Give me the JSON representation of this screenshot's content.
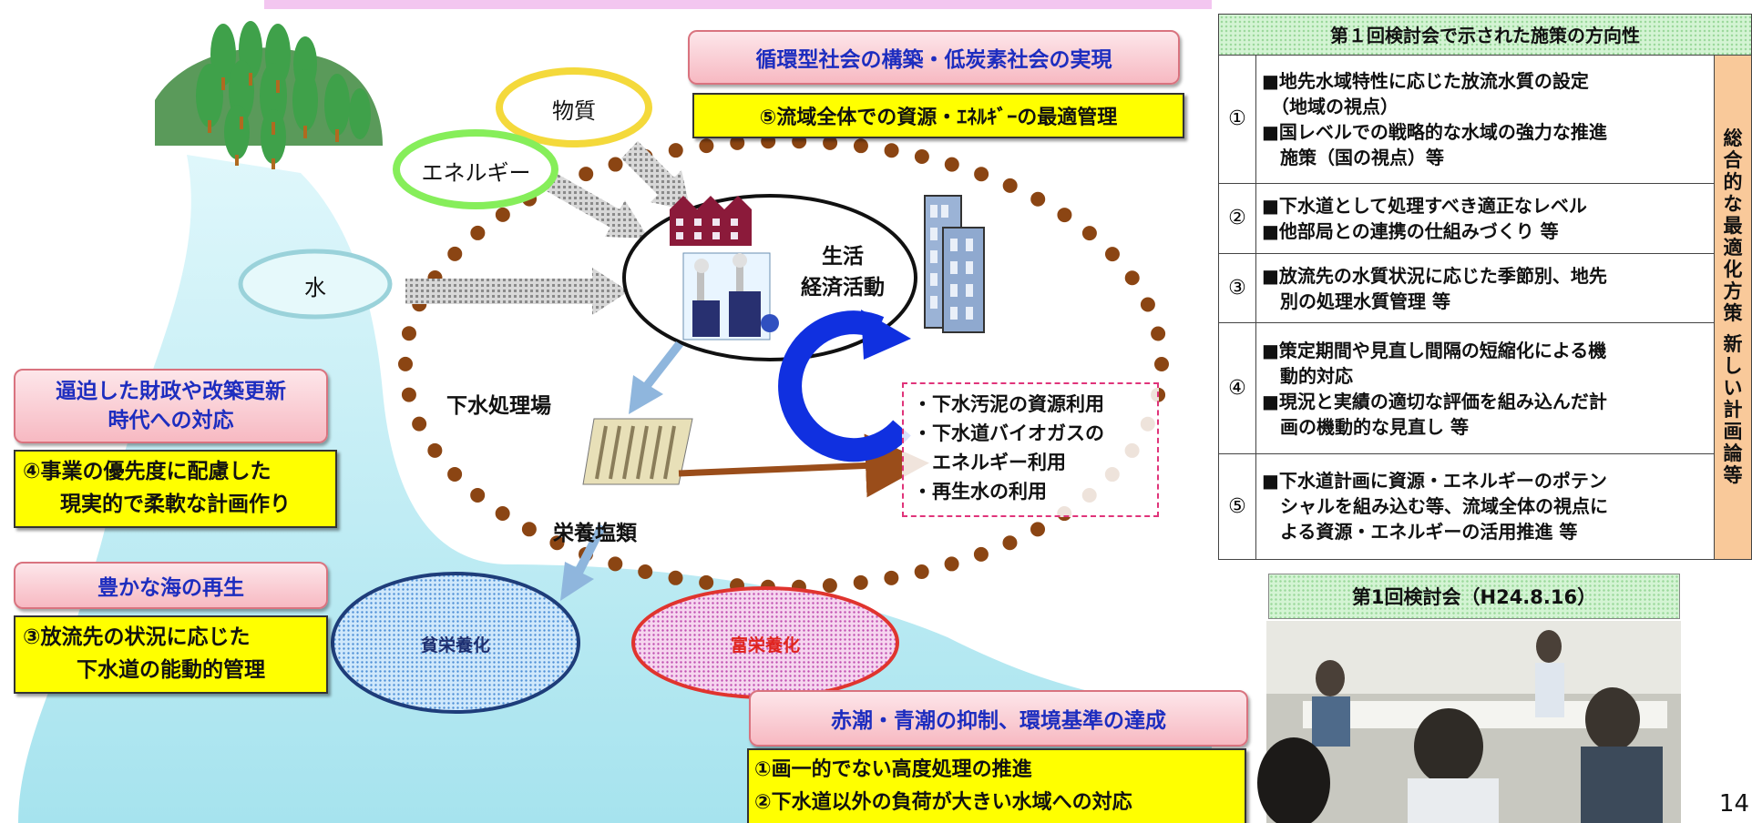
{
  "flow_labels": {
    "material": "物質",
    "energy": "エネルギー",
    "water": "水",
    "life_1": "生活",
    "life_2": "経済活動",
    "plant": "下水処理場",
    "nutrients": "栄養塩類",
    "oligotrophic": "貧栄養化",
    "eutrophic": "富栄養化"
  },
  "resource_box": [
    "・下水汚泥の資源利用",
    "・下水道バイオガスの",
    "　エネルギー利用",
    "・再生水の利用"
  ],
  "callouts": {
    "circular": {
      "title": "循環型社会の構築・低炭素社会の実現",
      "item": "⑤流域全体での資源・ｴﾈﾙｷﾞｰの最適管理"
    },
    "finance": {
      "title_1": "逼迫した財政や改築更新",
      "title_2": "時代への対応",
      "item_1": "④事業の優先度に配慮した",
      "item_2": "現実的で柔軟な計画作り"
    },
    "sea": {
      "title": "豊かな海の再生",
      "item_1": "③放流先の状況に応じた",
      "item_2": "下水道の能動的管理"
    },
    "redtide": {
      "title": "赤潮・青潮の抑制、環境基準の達成",
      "item_1": "①画一的でない高度処理の推進",
      "item_2": "②下水道以外の負荷が大きい水域への対応"
    }
  },
  "table": {
    "header": "第１回検討会で示された施策の方向性",
    "side_label": [
      "総",
      "合",
      "的",
      "な",
      "最",
      "適",
      "化",
      "方",
      "策",
      "",
      "新",
      "し",
      "い",
      "計",
      "画",
      "論",
      "等"
    ],
    "rows": [
      {
        "num": "①",
        "items": [
          "■地先水域特性に応じた放流水質の設定",
          "　（地域の視点）",
          "■国レベルでの戦略的な水域の強力な推進",
          "　施策（国の視点）等"
        ]
      },
      {
        "num": "②",
        "items": [
          "■下水道として処理すべき適正なレベル",
          "■他部局との連携の仕組みづくり 等"
        ]
      },
      {
        "num": "③",
        "items": [
          "■放流先の水質状況に応じた季節別、地先",
          "　別の処理水質管理 等"
        ]
      },
      {
        "num": "④",
        "items": [
          "■策定期間や見直し間隔の短縮化による機",
          "　動的対応",
          "■現況と実績の適切な評価を組み込んだ計",
          "　画の機動的な見直し 等"
        ]
      },
      {
        "num": "⑤",
        "items": [
          "■下水道計画に資源・エネルギーのポテン",
          "　シャルを組み込む等、流域全体の視点に",
          "　よる資源・エネルギーの活用推進 等"
        ]
      }
    ]
  },
  "meeting": {
    "caption": "第1回検討会（H24.8.16）"
  },
  "page_number": "14",
  "colors": {
    "river": "#c9f1f6",
    "dots": "#8b4513",
    "cycle": "#1030e0",
    "callout_text": "#1d2dbf"
  }
}
